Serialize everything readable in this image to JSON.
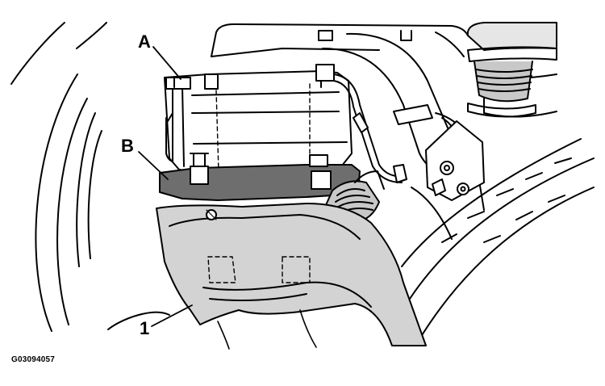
{
  "callouts": {
    "a": "A",
    "b": "B",
    "one": "1"
  },
  "figure_id": "G03094057",
  "colors": {
    "line": "#000000",
    "background": "#ffffff",
    "strap_fill": "#6e6e6e",
    "shield_fill": "#d3d3d3",
    "bellows_fill": "#c8c8c8"
  }
}
